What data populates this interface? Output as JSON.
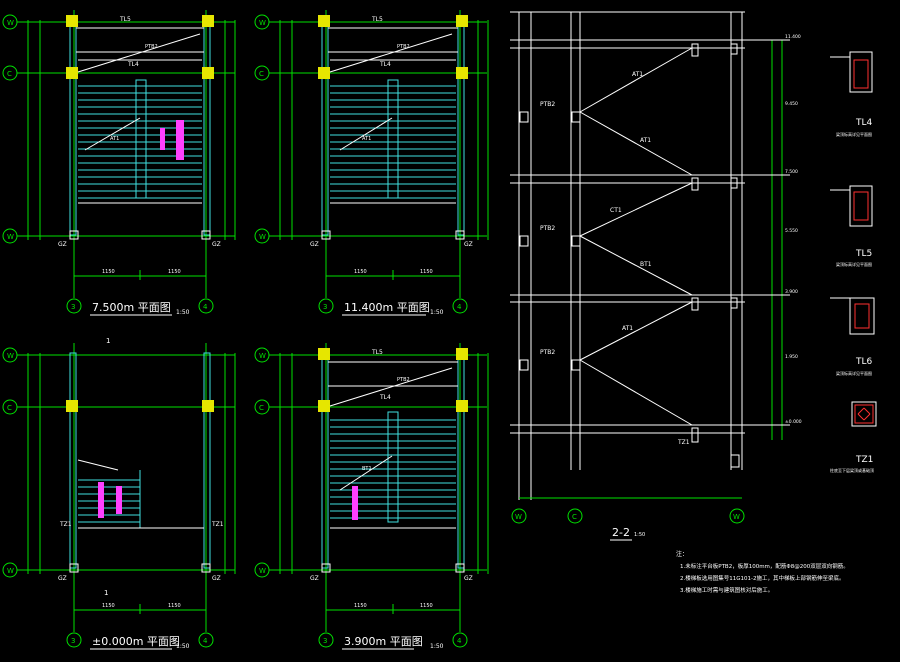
{
  "plans": [
    {
      "title": "7.500m 平面图",
      "scale": "1:50",
      "axis_bottom": [
        "3",
        "4"
      ],
      "axis_left": [
        "W",
        "C",
        "W"
      ],
      "dim_bottom": [
        "1150",
        "1150"
      ],
      "beams": [
        "TL5",
        "TL4"
      ],
      "slab": "PTB2",
      "tb": "AT1",
      "gz": [
        "GZ",
        "GZ"
      ]
    },
    {
      "title": "11.400m 平面图",
      "scale": "1:50",
      "axis_bottom": [
        "3",
        "4"
      ],
      "axis_left": [
        "W",
        "C",
        "W"
      ],
      "dim_bottom": [
        "1150",
        "1150"
      ],
      "beams": [
        "TL5",
        "TL4"
      ],
      "slab": "PTB2",
      "tb": "AT1",
      "gz": [
        "GZ",
        "GZ"
      ]
    },
    {
      "title": "±0.000m 平面图",
      "scale": "1:50",
      "axis_bottom": [
        "3",
        "4"
      ],
      "axis_left": [
        "W",
        "C",
        "W"
      ],
      "dim_bottom": [
        "1150",
        "1150"
      ],
      "cut": [
        "1",
        "1"
      ],
      "tz": [
        "TZ1",
        "TZ1"
      ],
      "gz": [
        "GZ",
        "GZ"
      ]
    },
    {
      "title": "3.900m 平面图",
      "scale": "1:50",
      "axis_bottom": [
        "3",
        "4"
      ],
      "axis_left": [
        "W",
        "C",
        "W"
      ],
      "dim_bottom": [
        "1150",
        "1150"
      ],
      "beams": [
        "TL5",
        "TL4"
      ],
      "slab": "PTB2",
      "tb": "BT1",
      "gz": [
        "GZ",
        "GZ"
      ]
    }
  ],
  "section": {
    "title": "2-2",
    "scale": "1:50",
    "axis_bottom": [
      "W",
      "C",
      "W"
    ],
    "flights": [
      "AT1",
      "AT1",
      "CT1",
      "BT1",
      "AT1"
    ],
    "slabs": [
      "PTB2",
      "PTB2",
      "PTB2"
    ],
    "levels": [
      "11.400",
      "9.450",
      "7.500",
      "5.550",
      "3.900",
      "1.950",
      "±0.000"
    ],
    "tz": "TZ1"
  },
  "details": [
    {
      "label": "TL4",
      "note": "梁顶标高详见平面图"
    },
    {
      "label": "TL5",
      "note": "梁顶标高详见平面图"
    },
    {
      "label": "TL6",
      "note": "梁顶标高详见平面图"
    },
    {
      "label": "TZ1",
      "note": "柱底至下层梁顶或基础顶"
    }
  ],
  "notes": {
    "heading": "注：",
    "items": [
      "1.未标注平台板PTB2，板厚100mm，配筋Φ8@200双层双向钢筋。",
      "2.楼梯板选用图集号11G101-2施工，其中梯板上部钢筋伸至梁底。",
      "3.楼梯施工时需与建筑图核对后施工。"
    ]
  }
}
